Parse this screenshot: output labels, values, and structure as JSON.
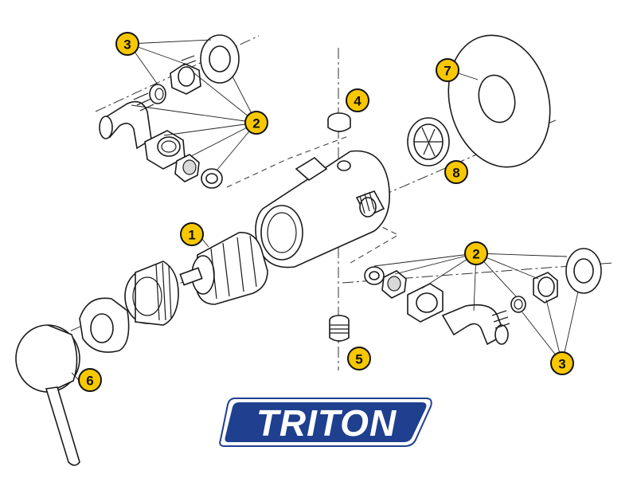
{
  "callouts": {
    "c1": "1",
    "c2_top": "2",
    "c2_bottom": "2",
    "c3_top": "3",
    "c3_bottom": "3",
    "c4": "4",
    "c5": "5",
    "c6": "6",
    "c7": "7",
    "c8": "8"
  },
  "logo": {
    "text": "TRITON"
  },
  "colors": {
    "callout_fill": "#f7c800",
    "logo_blue": "#1f3f8f",
    "line": "#1a1a1a"
  }
}
